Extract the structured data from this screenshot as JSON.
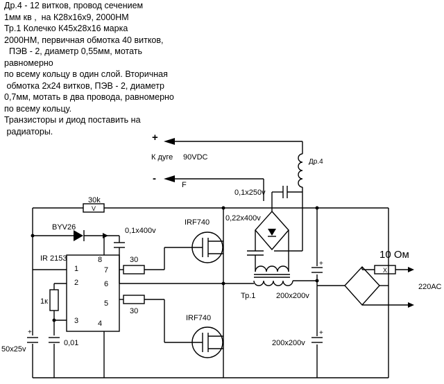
{
  "notes": [
    "Др.4 - 12 витков, провод сечением",
    "1мм кв ,  на К28х16х9, 2000НМ",
    "Тр.1 Колечко К45х28х16 марка",
    "2000НМ, первичная обмотка 40 витков,",
    "  ПЭВ - 2, диаметр 0,55мм, мотать",
    "равномерно",
    "по всему кольцу в один слой. Вторичная",
    " обмотка 2х24 витков, ПЭВ - 2, диаметр",
    "0,7мм, мотать в два провода, равномерно",
    "по всему кольцу.",
    "Транзисторы и диод поставить на",
    " радиаторы."
  ],
  "labels": {
    "plus": "+",
    "minus": "-",
    "arc": "К дуге",
    "voltage": "90VDC",
    "f": "F",
    "choke": "Др.4",
    "cap_top": "0,1х250v",
    "r_30k": "30k",
    "cap_022": "0,22х400v",
    "byv26": "BYV26",
    "cap_01_400": "0,1х400v",
    "irf_top": "IRF740",
    "ic": "IR 2153",
    "pin1": "1",
    "pin2": "2",
    "pin3": "3",
    "pin4": "4",
    "pin5": "5",
    "pin6": "6",
    "pin7": "7",
    "pin8": "8",
    "r_30_top": "30",
    "r_30_bottom": "30",
    "r_1k": "1к",
    "tr1": "Тр.1",
    "cap_200_top": "200х200v",
    "cap_200_bottom": "200х200v",
    "irf_bottom": "IRF740",
    "cap_001": "0,01",
    "cap_50": "50х25v",
    "r_10ohm": "10 Ом",
    "mains": "220АС",
    "cap_plus": "+",
    "r_v_mark": "V",
    "r_x_mark": "X"
  }
}
